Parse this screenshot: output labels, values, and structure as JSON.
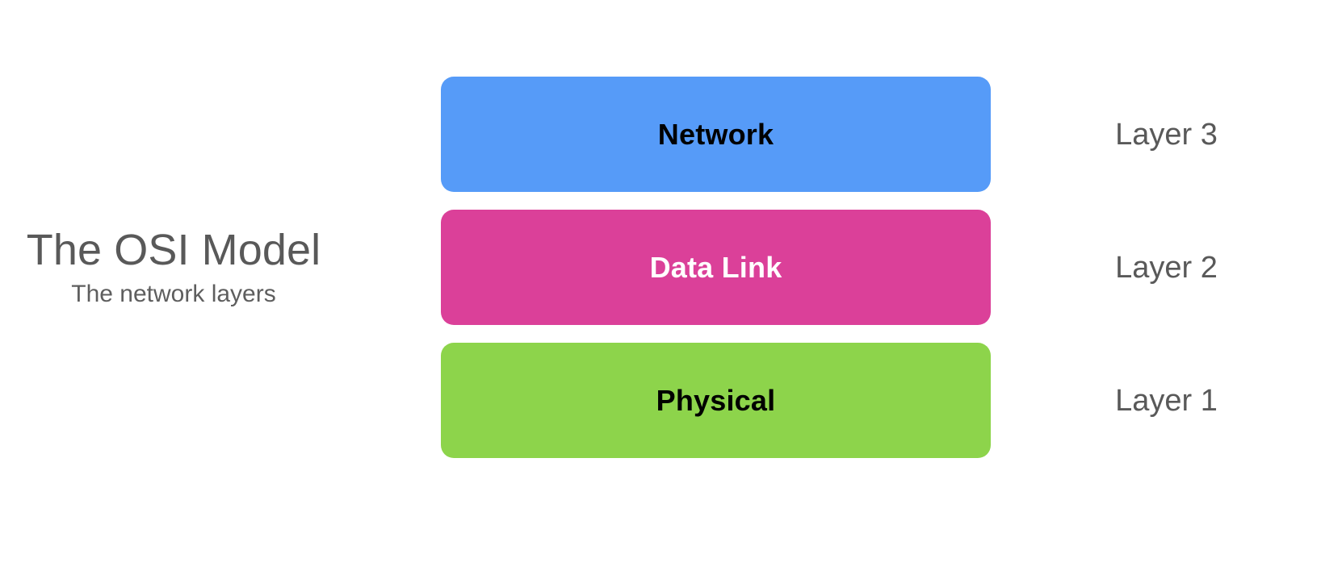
{
  "caption": {
    "title": "The OSI Model",
    "subtitle": "The network layers"
  },
  "colors": {
    "background": "#ffffff",
    "network": "#569bf8",
    "data_link": "#db4099",
    "physical": "#8dd44b",
    "text_gray": "#595959",
    "label_dark": "#000000",
    "label_light": "#ffffff"
  },
  "diagram": {
    "layers": [
      {
        "name": "Network",
        "number_label": "Layer 3",
        "color": "#569bf8",
        "label_color": "#000000"
      },
      {
        "name": "Data Link",
        "number_label": "Layer 2",
        "color": "#db4099",
        "label_color": "#ffffff"
      },
      {
        "name": "Physical",
        "number_label": "Layer 1",
        "color": "#8dd44b",
        "label_color": "#000000"
      }
    ]
  }
}
